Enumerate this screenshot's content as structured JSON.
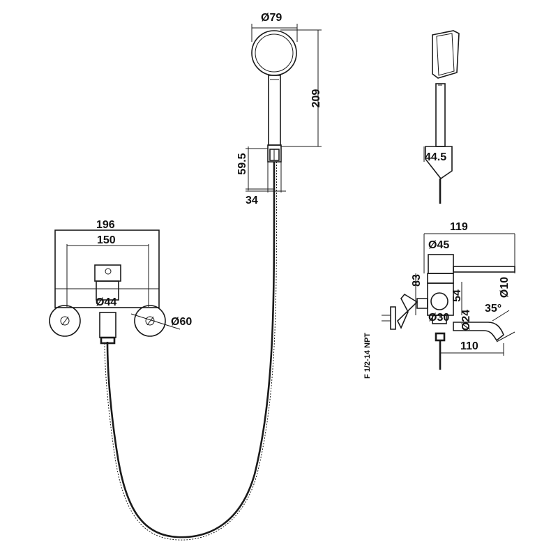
{
  "dimensions": {
    "handshower_head_diameter": "Ø79",
    "handshower_length": "209",
    "holder_height": "59.5",
    "holder_width": "34",
    "holder_depth": "44.5",
    "mixer_overall_width": "196",
    "mixer_centers": "150",
    "mixer_body_diameter": "Ø44",
    "escutcheon_diameter": "Ø60",
    "side_projection": "119",
    "side_body_diameter": "Ø45",
    "side_height": "83",
    "side_mid_height": "54",
    "spout_tube_diameter": "Ø10",
    "spout_angle": "35°",
    "spout_diameter": "Ø24",
    "connector_diameter": "Ø30",
    "spout_reach": "110",
    "inlet_thread": "F 1/2-14 NPT"
  },
  "colors": {
    "line": "#1a1a1a",
    "background": "#ffffff"
  }
}
